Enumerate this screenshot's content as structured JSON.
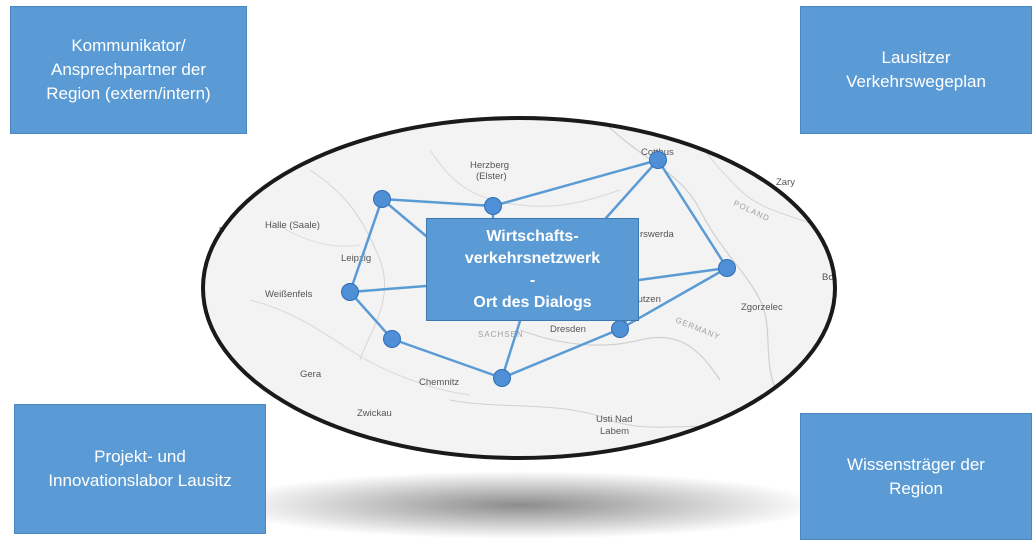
{
  "boxes": {
    "top_left": [
      "Kommunikator/",
      "Ansprechpartner der",
      "Region (extern/intern)"
    ],
    "top_right": [
      "Lausitzer",
      "Verkehrswegeplan"
    ],
    "bottom_left": [
      "Projekt- und",
      "Innovationslabor Lausitz"
    ],
    "bottom_right": [
      "Wissensträger der",
      "Region"
    ],
    "center": [
      "Wirtschafts-",
      "verkehrsnetzwerk",
      "-",
      "Ort des Dialogs"
    ]
  },
  "map_labels": {
    "herzberg": "Herzberg",
    "elster": "(Elster)",
    "cottbus": "Cottbus",
    "zary": "Zary",
    "halle": "Halle (Saale)",
    "leipzig": "Leipzig",
    "hoyerswerda": "rswerda",
    "polska": "POLAND",
    "weissenfels": "Weißenfels",
    "bautzen": "Bautzen",
    "zgorzelec": "Zgorzelec",
    "sachsen": "SACHSEN",
    "dresden": "Dresden",
    "germany": "GERMANY",
    "gera": "Gera",
    "chemnitz": "Chemnitz",
    "zwickau": "Zwickau",
    "usti": "Usti Nad",
    "labem": "Labem",
    "bo": "Bo",
    "n": "n"
  },
  "colors": {
    "box_fill": "#5b9bd5",
    "node_fill": "#4f8fd6",
    "link_stroke": "#5b9bd5",
    "ellipse_stroke": "#1a1a1a"
  }
}
